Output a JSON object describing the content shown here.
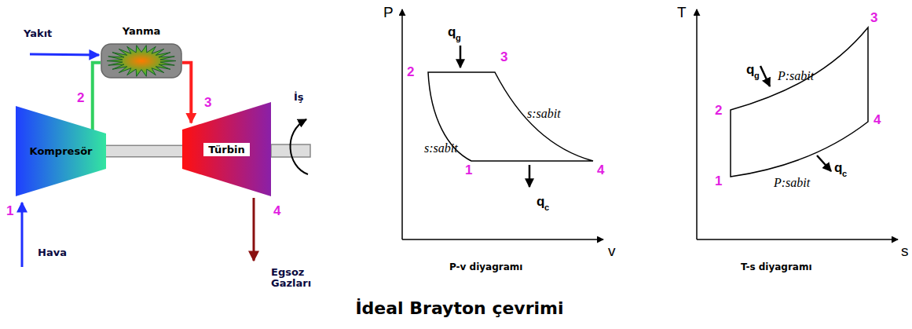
{
  "diagram": {
    "caption": "İdeal Brayton çevrimi",
    "nodes": [
      {
        "text": [
          "Yanma"
        ]
      },
      {
        "text": [
          "Kompresör"
        ]
      },
      {
        "text": [
          "Türbin"
        ]
      }
    ],
    "edges": [
      {
        "from": 1,
        "to": 0,
        "arrow": "none"
      },
      {
        "from": 0,
        "to": 2,
        "arrow": "to"
      },
      {
        "from": 1,
        "to": 2,
        "arrow": "none"
      }
    ],
    "labels": [
      "Yakıt",
      "Hava",
      "1",
      "2",
      "3",
      "İş",
      "4",
      "Egsoz Gazları",
      "P",
      "q",
      "g",
      "2",
      "3",
      "s:sabit",
      "s:sabit",
      "1",
      "4",
      "q",
      "c",
      "v",
      "P-v diyagramı",
      "T",
      "3",
      "q",
      "g",
      "P:sabit",
      "2",
      "4",
      "1",
      "P:sabit",
      "q",
      "c",
      "s",
      "T-s diyagramı"
    ]
  }
}
